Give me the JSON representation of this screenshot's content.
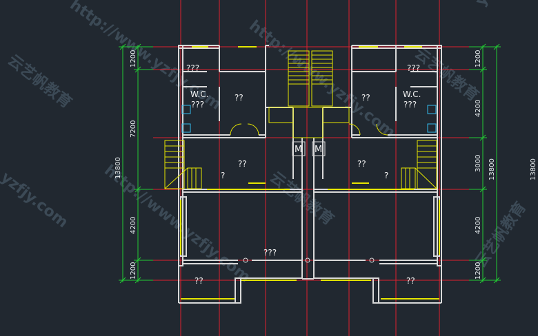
{
  "colors": {
    "background": "#212830",
    "wall": "#d9d9d9",
    "axis": "#e0202e",
    "dimension": "#22cc33",
    "stair": "#e6e600",
    "text": "#f2f2f2",
    "watermark": "#3c4a56"
  },
  "dimensions": {
    "left_inner": [
      "1200",
      "7200",
      "4200",
      "1200"
    ],
    "left_total": "13800",
    "right_inner": [
      "1200",
      "4200",
      "3000",
      "4200",
      "1200"
    ],
    "right_total": "13800",
    "far_right_total": "13800"
  },
  "rooms": {
    "top_left": "???",
    "wc_left_title": "W.C.",
    "wc_left_name": "???",
    "bedroom_left": "??",
    "hall_left": "??",
    "hall_left_small": "?",
    "living": "???",
    "balcony_left": "??",
    "top_right": "???",
    "wc_right_title": "W.C.",
    "wc_right_name": "???",
    "bedroom_right": "??",
    "hall_right": "??",
    "hall_right_small": "?",
    "balcony_right": "??",
    "meter_left": "M",
    "meter_right": "M"
  },
  "watermarks": {
    "url_1": "http://www.yzfjy.com",
    "url_2": "http://www.yzfjy.com",
    "url_3": "yzfjy.com",
    "url_4": "yzfjy.com",
    "url_5": "http://www.yzfjy.com",
    "brand_1": "云艺帆教育",
    "brand_2": "云艺帆教育",
    "brand_3": "云艺帆教育",
    "brand_4": "云艺帆教育"
  }
}
